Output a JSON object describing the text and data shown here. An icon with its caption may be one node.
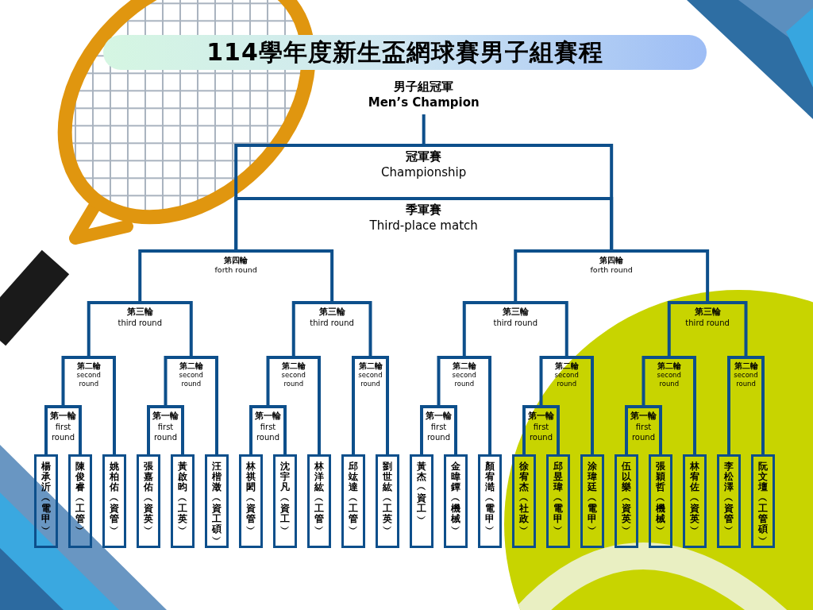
{
  "diagram": {
    "title": "114學年度新生盃網球賽男子組賽程",
    "nodes": [
      {
        "text": [
          "男子組冠軍",
          "Men’s Champion"
        ]
      },
      {
        "text": [
          "冠軍賽",
          "Championship"
        ]
      },
      {
        "text": [
          "季軍賽",
          "Third-place match"
        ]
      },
      {
        "text": [
          "第四輪",
          "forth round"
        ]
      },
      {
        "text": [
          "第四輪",
          "forth round"
        ]
      },
      {
        "text": [
          "第三輪",
          "third round"
        ]
      },
      {
        "text": [
          "第三輪",
          "third round"
        ]
      },
      {
        "text": [
          "第三輪",
          "third round"
        ]
      },
      {
        "text": [
          "第三輪",
          "third round"
        ]
      },
      {
        "text": [
          "第二輪",
          "second round"
        ]
      },
      {
        "text": [
          "第二輪",
          "second round"
        ]
      },
      {
        "text": [
          "第二輪",
          "second round"
        ]
      },
      {
        "text": [
          "第二輪",
          "second round"
        ]
      },
      {
        "text": [
          "第二輪",
          "second round"
        ]
      },
      {
        "text": [
          "第二輪",
          "second round"
        ]
      },
      {
        "text": [
          "第二輪",
          "second round"
        ]
      },
      {
        "text": [
          "第二輪",
          "second round"
        ]
      },
      {
        "text": [
          "第一輪",
          "first round"
        ]
      },
      {
        "text": [
          "第一輪",
          "first round"
        ]
      },
      {
        "text": [
          "第一輪",
          "first round"
        ]
      },
      {
        "text": [
          "第一輪",
          "first round"
        ]
      },
      {
        "text": [
          "第一輪",
          "first round"
        ]
      },
      {
        "text": [
          "第一輪",
          "first round"
        ]
      },
      {
        "text": [
          "楊承沂︵電甲︶"
        ]
      },
      {
        "text": [
          "陳俊睿︵工管︶"
        ]
      },
      {
        "text": [
          "姚柏佑︵資管︶"
        ]
      },
      {
        "text": [
          "張嘉佑︵資英︶"
        ]
      },
      {
        "text": [
          "黃啟昀︵工英︶"
        ]
      },
      {
        "text": [
          "汪楷澂︵資工碩︶"
        ]
      },
      {
        "text": [
          "林祺閎︵資管︶"
        ]
      },
      {
        "text": [
          "沈宇凡︵資工︶"
        ]
      },
      {
        "text": [
          "林洋紘︵工管︶"
        ]
      },
      {
        "text": [
          "邱竑達︵工管︶"
        ]
      },
      {
        "text": [
          "劉世紘︵工英︶"
        ]
      },
      {
        "text": [
          "黃杰︵資工︶"
        ]
      },
      {
        "text": [
          "金暐鐔︵機械︶"
        ]
      },
      {
        "text": [
          "顏宥澔︵電甲︶"
        ]
      },
      {
        "text": [
          "徐宥杰︵社政︶"
        ]
      },
      {
        "text": [
          "邱昱瑋︵電甲︶"
        ]
      },
      {
        "text": [
          "涂瑋廷︵電甲︶"
        ]
      },
      {
        "text": [
          "伍以樂︵資英︶"
        ]
      },
      {
        "text": [
          "張穎哲︵機械︶"
        ]
      },
      {
        "text": [
          "林宥佐︵資英︶"
        ]
      },
      {
        "text": [
          "李松澤︵資管︶"
        ]
      },
      {
        "text": [
          "阮文壇︵工管碩︶"
        ]
      }
    ],
    "edges": [
      {
        "from": 1,
        "to": 0,
        "arrow": "none"
      },
      {
        "from": 3,
        "to": 1,
        "arrow": "none"
      },
      {
        "from": 4,
        "to": 1,
        "arrow": "none"
      },
      {
        "from": 3,
        "to": 2,
        "arrow": "none"
      },
      {
        "from": 4,
        "to": 2,
        "arrow": "none"
      },
      {
        "from": 5,
        "to": 3,
        "arrow": "none"
      },
      {
        "from": 6,
        "to": 3,
        "arrow": "none"
      },
      {
        "from": 7,
        "to": 4,
        "arrow": "none"
      },
      {
        "from": 8,
        "to": 4,
        "arrow": "none"
      },
      {
        "from": 9,
        "to": 5,
        "arrow": "none"
      },
      {
        "from": 10,
        "to": 5,
        "arrow": "none"
      },
      {
        "from": 11,
        "to": 6,
        "arrow": "none"
      },
      {
        "from": 12,
        "to": 6,
        "arrow": "none"
      },
      {
        "from": 13,
        "to": 7,
        "arrow": "none"
      },
      {
        "from": 14,
        "to": 7,
        "arrow": "none"
      },
      {
        "from": 15,
        "to": 8,
        "arrow": "none"
      },
      {
        "from": 16,
        "to": 8,
        "arrow": "none"
      },
      {
        "from": 17,
        "to": 9,
        "arrow": "none"
      },
      {
        "from": 25,
        "to": 9,
        "arrow": "none"
      },
      {
        "from": 18,
        "to": 10,
        "arrow": "none"
      },
      {
        "from": 28,
        "to": 10,
        "arrow": "none"
      },
      {
        "from": 19,
        "to": 11,
        "arrow": "none"
      },
      {
        "from": 31,
        "to": 11,
        "arrow": "none"
      },
      {
        "from": 32,
        "to": 12,
        "arrow": "none"
      },
      {
        "from": 33,
        "to": 12,
        "arrow": "none"
      },
      {
        "from": 20,
        "to": 13,
        "arrow": "none"
      },
      {
        "from": 36,
        "to": 13,
        "arrow": "none"
      },
      {
        "from": 21,
        "to": 14,
        "arrow": "none"
      },
      {
        "from": 39,
        "to": 14,
        "arrow": "none"
      },
      {
        "from": 22,
        "to": 15,
        "arrow": "none"
      },
      {
        "from": 42,
        "to": 15,
        "arrow": "none"
      },
      {
        "from": 43,
        "to": 16,
        "arrow": "none"
      },
      {
        "from": 44,
        "to": 16,
        "arrow": "none"
      },
      {
        "from": 23,
        "to": 17,
        "arrow": "none"
      },
      {
        "from": 24,
        "to": 17,
        "arrow": "none"
      },
      {
        "from": 26,
        "to": 18,
        "arrow": "none"
      },
      {
        "from": 27,
        "to": 18,
        "arrow": "none"
      },
      {
        "from": 29,
        "to": 19,
        "arrow": "none"
      },
      {
        "from": 30,
        "to": 19,
        "arrow": "none"
      },
      {
        "from": 34,
        "to": 20,
        "arrow": "none"
      },
      {
        "from": 35,
        "to": 20,
        "arrow": "none"
      },
      {
        "from": 37,
        "to": 21,
        "arrow": "none"
      },
      {
        "from": 38,
        "to": 21,
        "arrow": "none"
      },
      {
        "from": 40,
        "to": 22,
        "arrow": "none"
      },
      {
        "from": 41,
        "to": 22,
        "arrow": "none"
      }
    ]
  }
}
